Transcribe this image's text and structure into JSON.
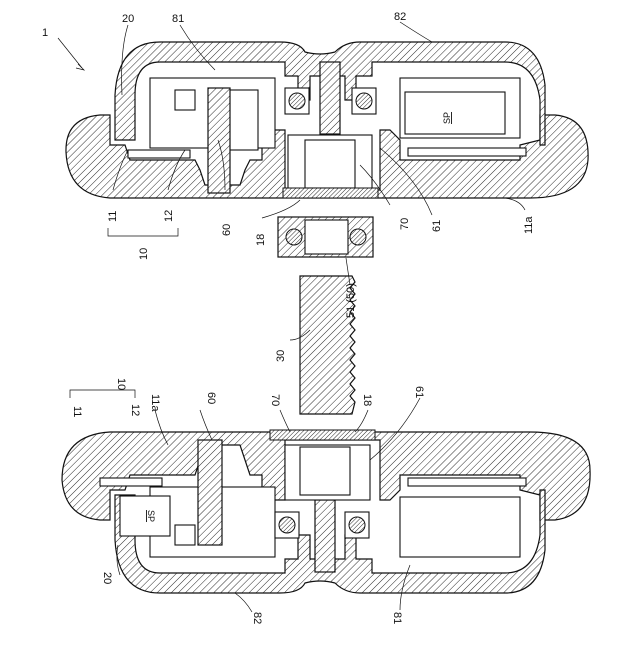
{
  "figure": {
    "ref_main": "1",
    "labels": {
      "l20_top": "20",
      "l81_top": "81",
      "l82_top": "82",
      "l11_top": "11",
      "l12_top": "12",
      "l10_top": "10",
      "l60_top": "60",
      "l18_top": "18",
      "l70_top": "70",
      "l61_top": "61",
      "l11a_top": "11a",
      "l51": "51 (50)",
      "l30": "30",
      "l10_bot": "10",
      "l11_bot": "11",
      "l12_bot": "12",
      "l11a_bot": "11a",
      "l60_bot": "60",
      "l70_bot": "70",
      "l18_bot": "18",
      "l61_bot": "61",
      "l20_bot": "20",
      "l82_bot": "82",
      "l81_bot": "81"
    },
    "sp_top": "SP",
    "sp_bot": "SP"
  }
}
